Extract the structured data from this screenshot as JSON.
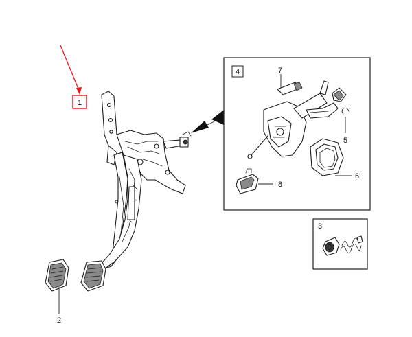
{
  "callouts": {
    "c1": "1",
    "c2": "2",
    "c3": "3",
    "c4": "4",
    "c5": "5",
    "c6": "6",
    "c7": "7",
    "c8": "8"
  },
  "colors": {
    "highlight": "#e8141c",
    "line": "#1a1a1a",
    "pad_dark": "#3a3a3a"
  }
}
